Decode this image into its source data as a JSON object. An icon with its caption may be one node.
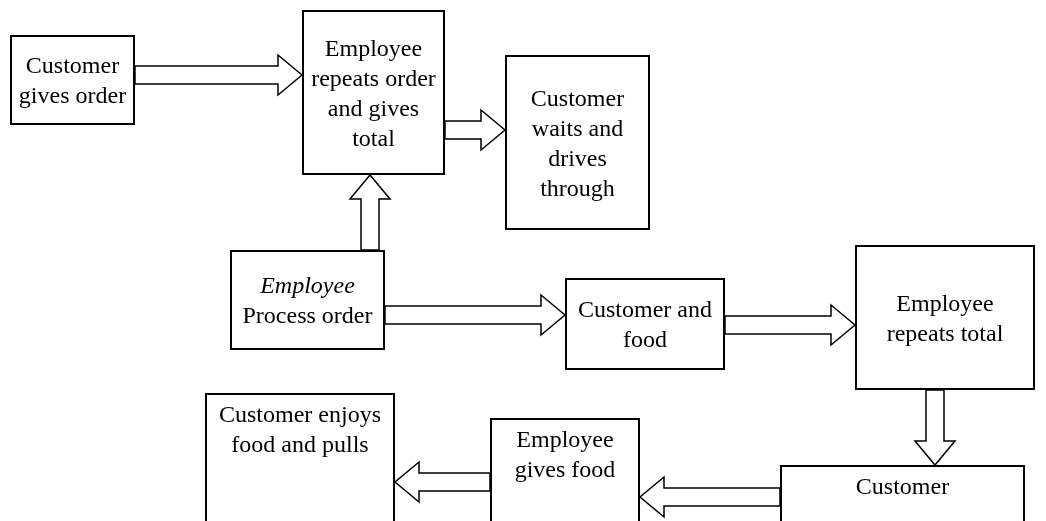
{
  "diagram": {
    "nodes": [
      {
        "text": [
          "Customer gives order"
        ]
      },
      {
        "text": [
          "Employee repeats order and gives total"
        ]
      },
      {
        "text": [
          "Customer waits and drives through"
        ]
      },
      {
        "text": [
          "*Employee* Process order"
        ]
      },
      {
        "text": [
          "Customer and food"
        ]
      },
      {
        "text": [
          "Employee repeats total"
        ]
      },
      {
        "text": [
          "Customer enjoys food and pulls"
        ]
      },
      {
        "text": [
          "Employee gives food"
        ]
      },
      {
        "text": [
          "Customer"
        ]
      }
    ],
    "edges": [
      {
        "from": 0,
        "to": 1,
        "arrow": "to"
      },
      {
        "from": 1,
        "to": 2,
        "arrow": "to"
      },
      {
        "from": 3,
        "to": 1,
        "arrow": "to"
      },
      {
        "from": 3,
        "to": 4,
        "arrow": "to"
      },
      {
        "from": 4,
        "to": 5,
        "arrow": "to"
      },
      {
        "from": 5,
        "to": 8,
        "arrow": "to"
      },
      {
        "from": 8,
        "to": 7,
        "arrow": "to"
      },
      {
        "from": 7,
        "to": 6,
        "arrow": "to"
      }
    ]
  }
}
